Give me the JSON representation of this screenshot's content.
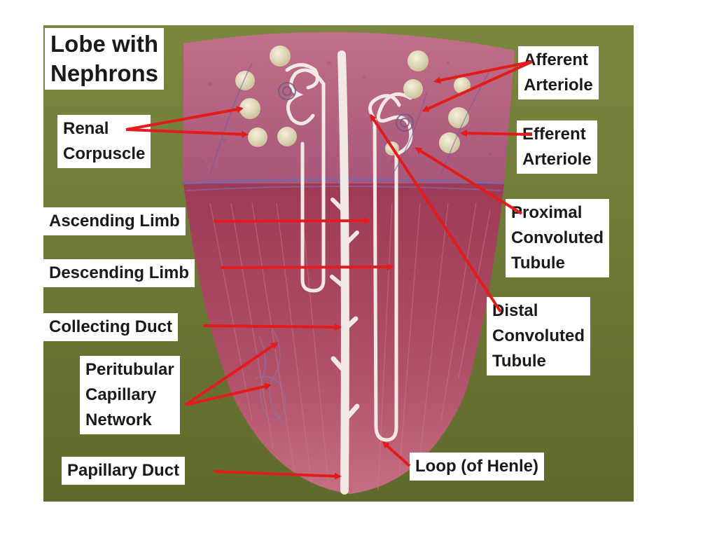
{
  "title": [
    "Lobe with",
    "Nephrons"
  ],
  "labels": {
    "renal_corpuscle": [
      "Renal",
      "Corpuscle"
    ],
    "afferent_arteriole": [
      "Afferent",
      "Arteriole"
    ],
    "efferent_arteriole": [
      "Efferent",
      "Arteriole"
    ],
    "ascending_limb": "Ascending Limb",
    "proximal_convoluted_tubule": [
      "Proximal",
      "Convoluted",
      "Tubule"
    ],
    "descending_limb": "Descending Limb",
    "distal_convoluted_tubule": [
      "Distal",
      "Convoluted",
      "Tubule"
    ],
    "collecting_duct": "Collecting Duct",
    "peritubular_capillary_network": [
      "Peritubular",
      "Capillary",
      "Network"
    ],
    "papillary_duct": "Papillary Duct",
    "loop_of_henle": "Loop (of Henle)"
  },
  "colors": {
    "background_green": "#6f7a34",
    "cortex": "#b25d78",
    "medulla": "#a0405b",
    "tubule": "#f1e6e0",
    "corpuscle": "#e3dcbf",
    "arrow": "#e21b1b"
  }
}
